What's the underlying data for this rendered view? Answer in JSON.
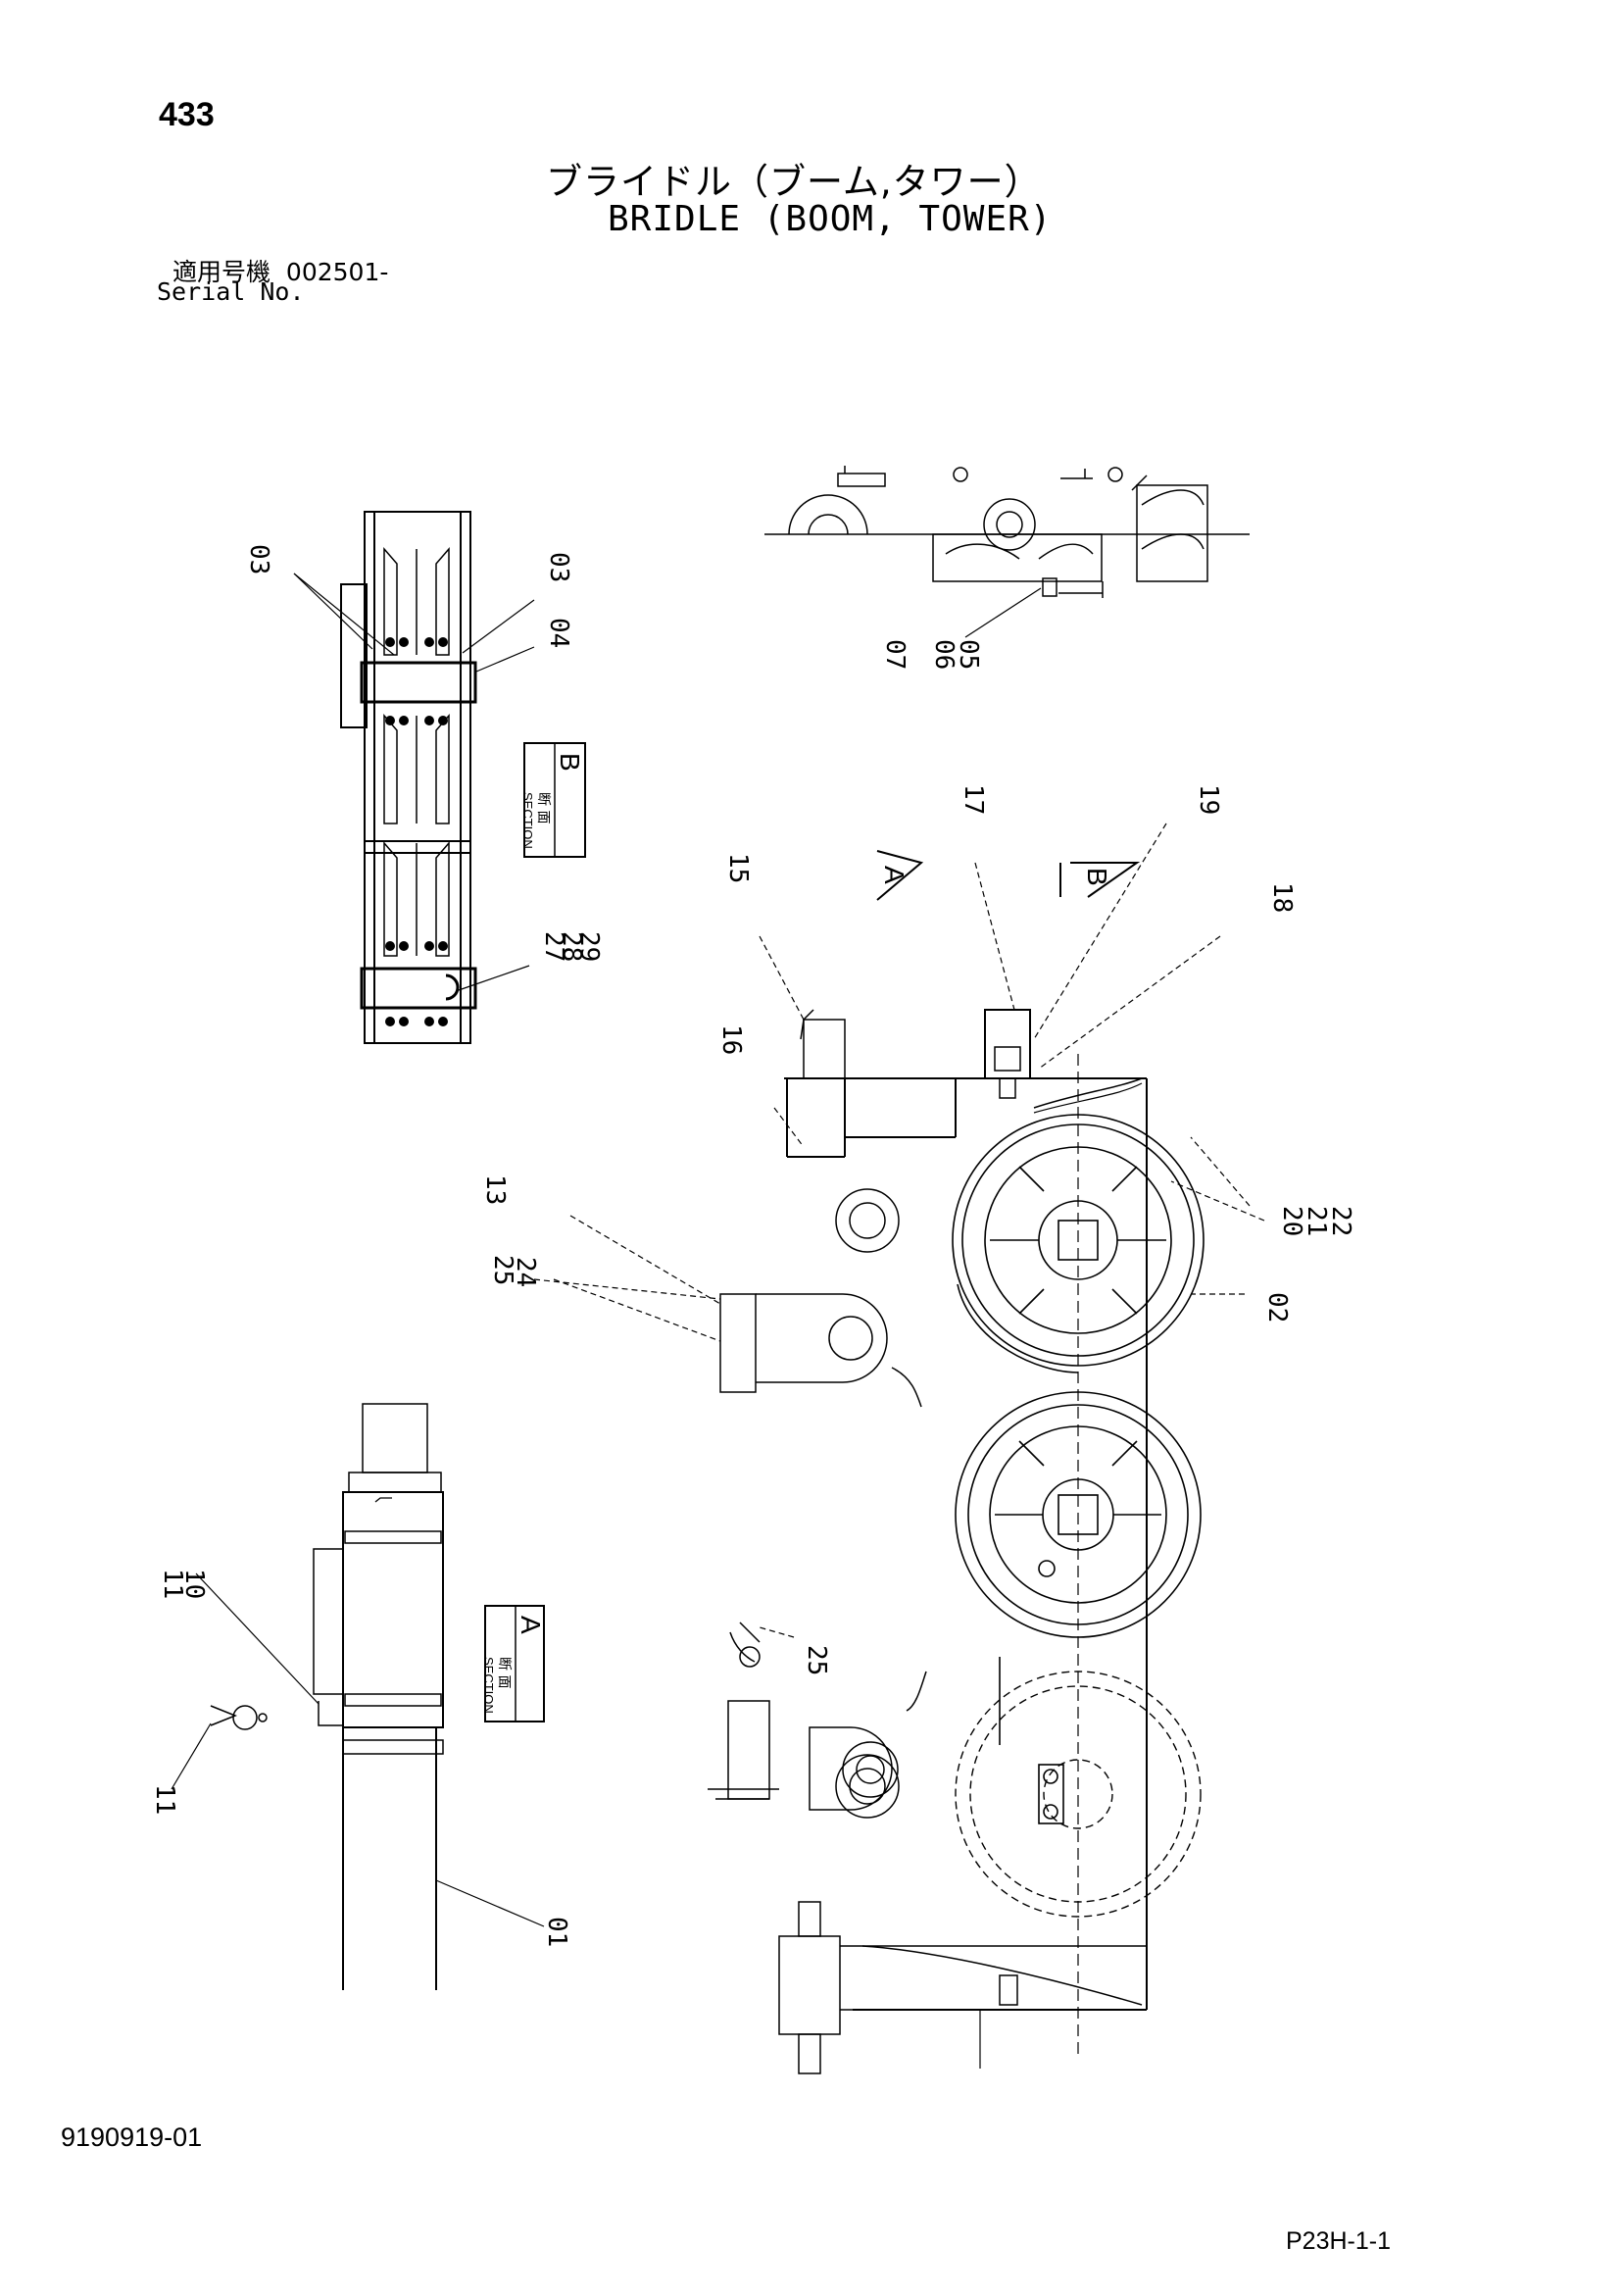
{
  "header": {
    "page_number": "433",
    "title_jp": "ブライドル（ブーム,タワー）",
    "title_en": "BRIDLE (BOOM, TOWER)",
    "serial_label_jp": "適用号機",
    "serial_value": "002501-",
    "serial_label_en": "Serial No."
  },
  "footer": {
    "doc_number": "9190919-01",
    "page_code": "P23H-1-1"
  },
  "sections": {
    "section_b": {
      "jp": "断 面",
      "en": "SECTION",
      "letter": "B"
    },
    "section_a": {
      "jp": "断 面",
      "en": "SECTION",
      "letter": "A"
    },
    "view_a": "A",
    "view_b": "B"
  },
  "part_labels": {
    "p03a": "03",
    "p03b": "03",
    "p04": "04",
    "p27": "27",
    "p28": "28",
    "p29": "29",
    "p07": "07",
    "p06": "06",
    "p05": "05",
    "p17": "17",
    "p19": "19",
    "p18": "18",
    "p15": "15",
    "p16": "16",
    "p13": "13",
    "p25a": "25",
    "p24": "24",
    "p20": "20",
    "p21": "21",
    "p22": "22",
    "p02": "02",
    "p11a": "11",
    "p10": "10",
    "p25b": "25",
    "p11b": "11",
    "p01": "01"
  }
}
